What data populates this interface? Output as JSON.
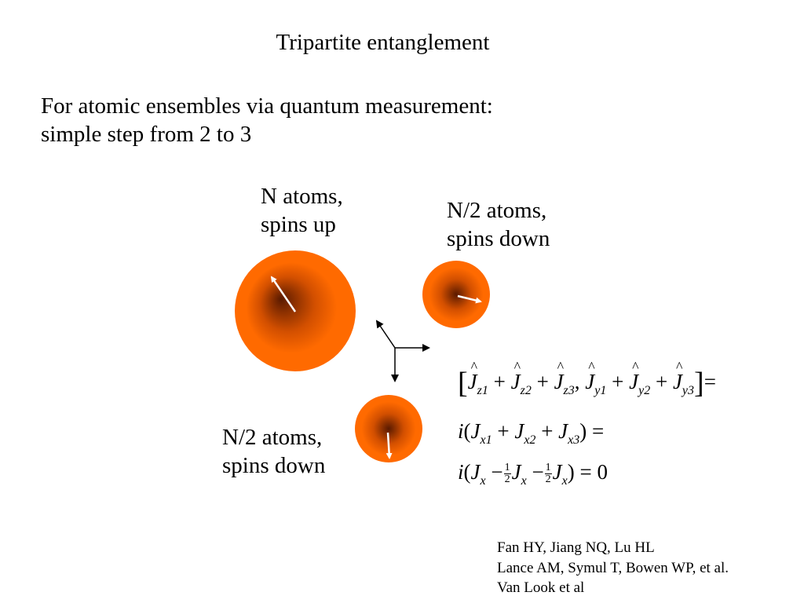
{
  "title": "Tripartite entanglement",
  "intro": {
    "line1": "For atomic ensembles via quantum measurement:",
    "line2": "simple step from 2 to 3"
  },
  "ensembles": [
    {
      "label_line1": "N atoms,",
      "label_line2": "spins up"
    },
    {
      "label_line1": "N/2 atoms,",
      "label_line2": "spins down"
    },
    {
      "label_line1": "N/2 atoms,",
      "label_line2": "spins down"
    }
  ],
  "colors": {
    "sphere_outer": "#ff6a00",
    "sphere_core": "#5a1a00",
    "arrow": "#ffffff"
  },
  "equations": {
    "line1_ops": [
      "+",
      "+",
      ",",
      "+",
      "+",
      "="
    ],
    "line1_subs": [
      "z1",
      "z2",
      "z3",
      "y1",
      "y2",
      "y3"
    ],
    "line2_subs": [
      "x1",
      "x2",
      "x3"
    ],
    "line3_frac": "1/2"
  },
  "references": [
    "Fan HY, Jiang NQ, Lu HL",
    "Lance AM, Symul T, Bowen WP, et al.",
    "Van Look et al"
  ]
}
